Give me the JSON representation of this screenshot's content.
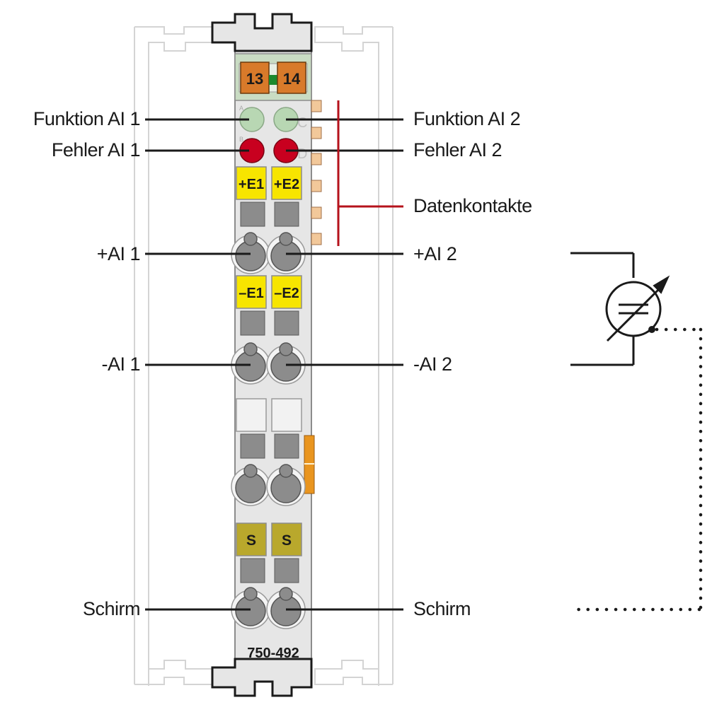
{
  "module": {
    "part_number": "750-492",
    "power_jumper_labels": [
      "13",
      "14"
    ],
    "led_letters": [
      "A",
      "C",
      "B",
      "D"
    ],
    "terminal_labels": {
      "plus_inputs": [
        "+E1",
        "+E2"
      ],
      "minus_inputs": [
        "–E1",
        "–E2"
      ],
      "shield": [
        "S",
        "S"
      ]
    }
  },
  "labels": {
    "funktion_ai1": "Funktion AI 1",
    "funktion_ai2": "Funktion AI 2",
    "fehler_ai1": "Fehler AI 1",
    "fehler_ai2": "Fehler AI 2",
    "datenkontakte": "Datenkontakte",
    "plus_ai1": "+AI 1",
    "plus_ai2": "+AI 2",
    "minus_ai1": "-AI 1",
    "minus_ai2": "-AI 2",
    "schirm_left": "Schirm",
    "schirm_right": "Schirm"
  },
  "colors": {
    "housing": "#e6e6e6",
    "housing_stroke": "#9a9a9a",
    "green_led": "#b8d7b3",
    "red_led": "#c8001f",
    "terminal_yellow": "#f7e500",
    "shield_olive": "#b9a82c",
    "jumper_orange": "#d87a2a",
    "contact_tan": "#f2c89a",
    "datenkontakte_red": "#b5121b",
    "slot_gray": "#8c8c8c"
  },
  "icons": [
    "sensor-symbol-icon"
  ]
}
